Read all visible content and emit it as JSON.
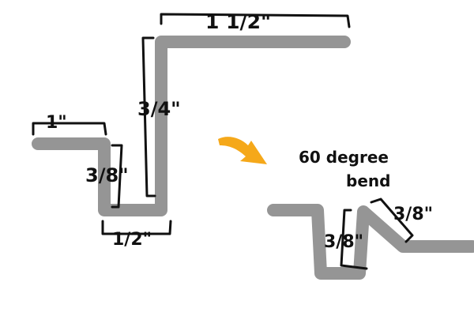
{
  "diagram": {
    "labels": {
      "top_width": "1 1/2\"",
      "tall_height": "3/4\"",
      "left_flange": "1\"",
      "small_drop": "3/8\"",
      "bottom_step": "1/2\"",
      "note_line1": "60 degree",
      "note_line2": "bend",
      "right_angle": "3/8\"",
      "right_drop": "3/8\""
    },
    "colors": {
      "metal": "#8f8f8f",
      "ink": "#111111",
      "arrow": "#f5a81a"
    },
    "arrow_icon": "curved-arrow-right"
  }
}
